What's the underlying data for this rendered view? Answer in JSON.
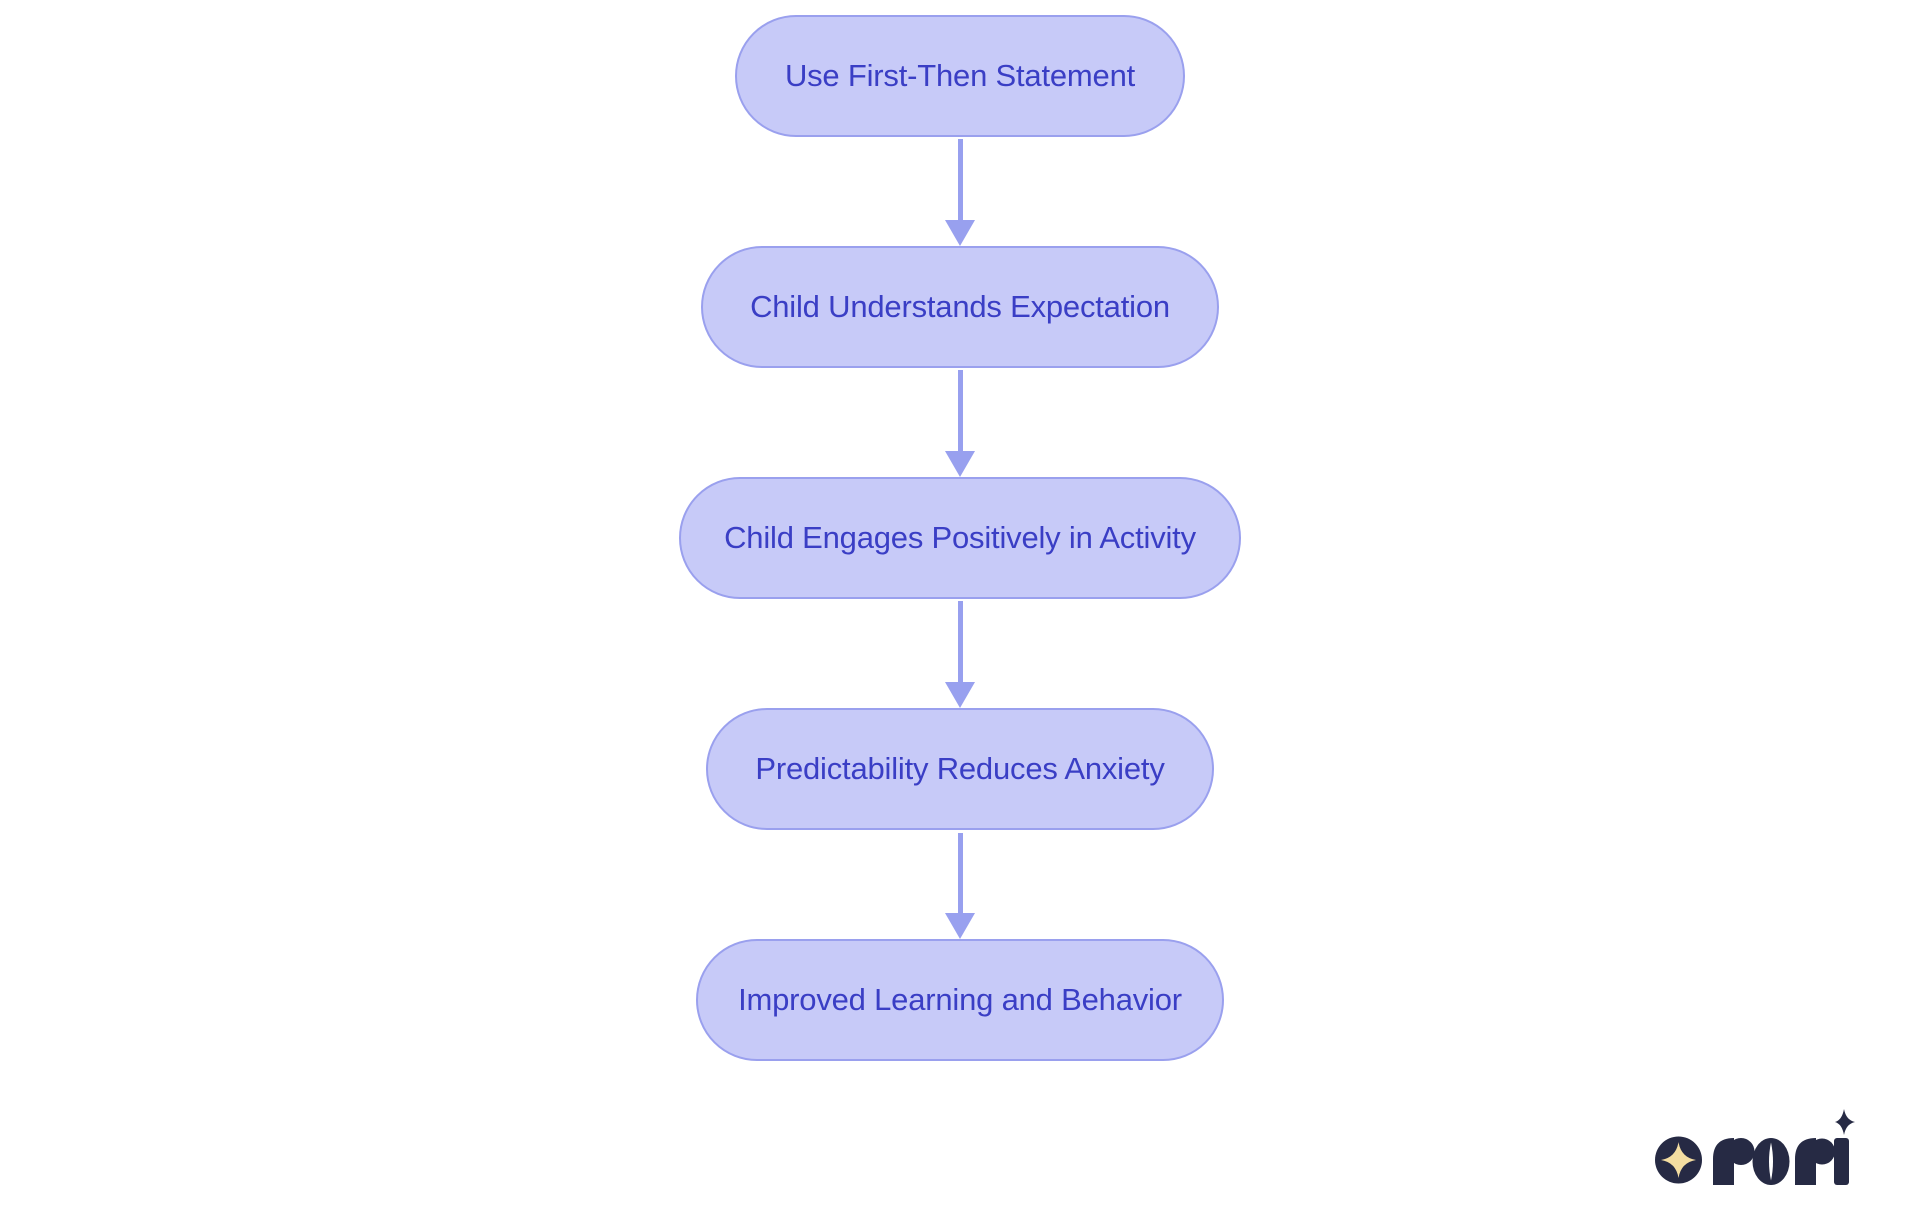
{
  "colors": {
    "background": "#ffffff",
    "node_fill": "#c7caf8",
    "node_border": "#9aa0ee",
    "node_text": "#3a3ec5",
    "arrow": "#98a0ef",
    "logo_navy": "#262a44",
    "logo_gold": "#f3dda1"
  },
  "flowchart": {
    "type": "flowchart",
    "direction": "top-down",
    "nodes": [
      {
        "label": "Use First-Then Statement"
      },
      {
        "label": "Child Understands Expectation"
      },
      {
        "label": "Child Engages Positively in Activity"
      },
      {
        "label": "Predictability Reduces Anxiety"
      },
      {
        "label": "Improved Learning and Behavior"
      }
    ],
    "edges": [
      {
        "from": 0,
        "to": 1
      },
      {
        "from": 1,
        "to": 2
      },
      {
        "from": 2,
        "to": 3
      },
      {
        "from": 3,
        "to": 4
      }
    ]
  },
  "logo": {
    "brand": "rori"
  }
}
